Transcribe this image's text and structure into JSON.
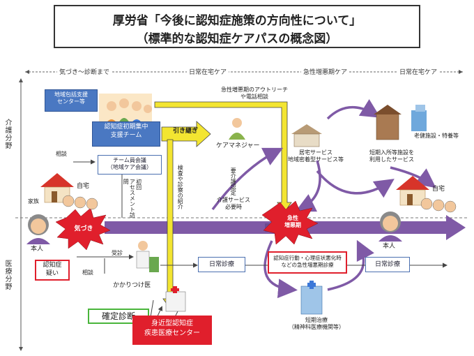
{
  "title": {
    "line1": "厚労省「今後に認知症施策の方向性について」",
    "line2": "（標準的な認知症ケアパスの概念図）"
  },
  "phases": {
    "awareness": "気づき～診断まで",
    "home_care_1": "日常在宅ケア",
    "acute": "急性増悪期ケア",
    "home_care_2": "日常在宅ケア"
  },
  "axes": {
    "care": "介護分野",
    "medical": "医療分野"
  },
  "boxes": {
    "center": "地域包括支援\nセンター等",
    "initial_team": "認知症初期集中\n支援チーム",
    "team_meeting": "チーム員会議\n（地域ケア会議）",
    "home_service": "居宅サービス\n地域密着型サービス等",
    "nursing": "老健施設・特養等",
    "short_stay": "短期入所等施設を\n利用したサービス",
    "daily_care_1": "日常診療",
    "acute_medical": "認知症行動・心理症状悪化時\nなどの急性増悪期診療",
    "daily_care_2": "日常診療",
    "short_treat": "短期治療\n（精神科医療機関等）",
    "diagnosis": "確定診断",
    "medical_center": "身近型認知症\n疾患医療センター"
  },
  "labels": {
    "handover": "引き継ぎ",
    "care_manager": "ケアマネジャー",
    "outreach": "急性増悪期のアウトリーチ\nや電話相談",
    "consult_1": "相談",
    "consult_2": "相談",
    "home_1": "自宅",
    "home_2": "自宅",
    "family": "家族",
    "person_1": "本人",
    "person_2": "本人",
    "awareness_burst": "気づき",
    "acute_burst": "急性\n増悪期",
    "dementia_suspect": "認知症\n疑い",
    "visit": "受診",
    "gp": "かかりつけ医",
    "initial_assessment": "初回\nアセスメント訪問",
    "exam_referral": "検査や診察の紹介",
    "care_need": "要介護認定",
    "care_service": "介護サービス\n必要時"
  },
  "colors": {
    "accent_blue": "#4a78c2",
    "purple": "#7f5aa6",
    "red": "#e01f2c",
    "green": "#49b53b",
    "yellow": "#f3e531"
  },
  "icons": {
    "person": "person-icon",
    "house": "house-icon",
    "building": "building-icon",
    "hospital": "hospital-icon",
    "doctor": "doctor-icon"
  }
}
